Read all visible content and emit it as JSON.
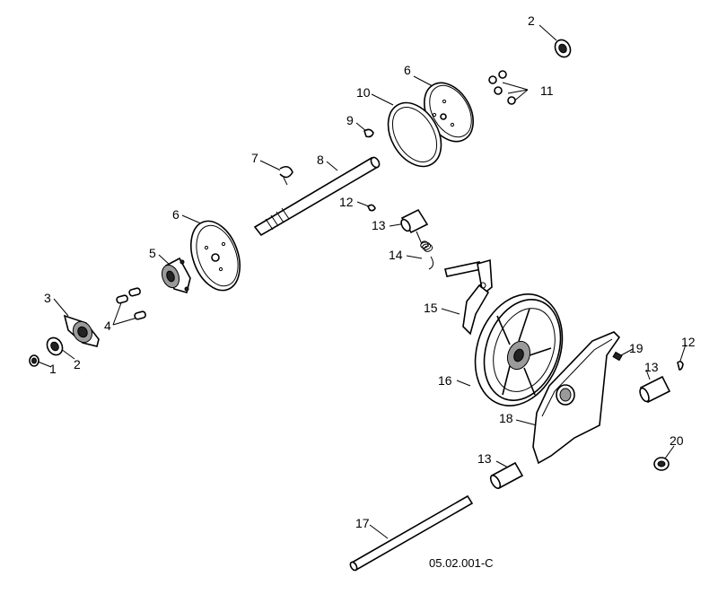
{
  "drawing": {
    "reference_code": "05.02.001-C",
    "callouts": [
      "2",
      "6",
      "11",
      "10",
      "9",
      "7",
      "8",
      "12",
      "6",
      "13",
      "5",
      "14",
      "3",
      "15",
      "4",
      "2",
      "1",
      "19",
      "12",
      "13",
      "16",
      "18",
      "20",
      "13",
      "17"
    ]
  }
}
